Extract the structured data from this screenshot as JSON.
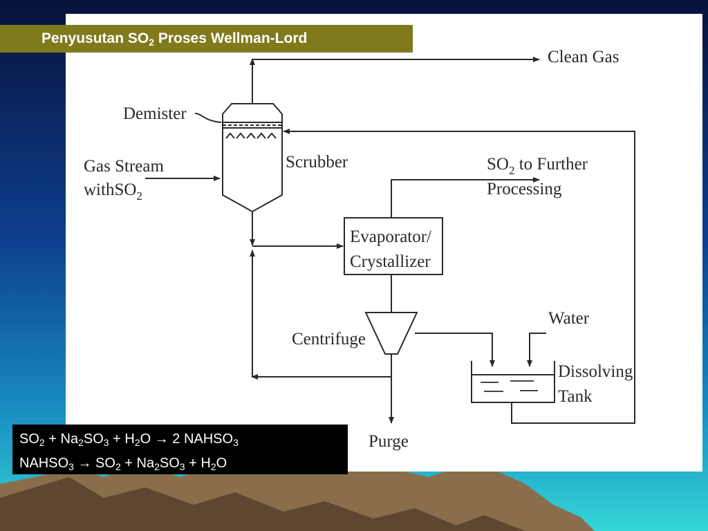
{
  "title": {
    "part1": "Penyusutan SO",
    "sub": "2",
    "part2": " Proses Wellman-Lord"
  },
  "labels": {
    "clean_gas": "Clean Gas",
    "demister": "Demister",
    "scrubber": "Scrubber",
    "gas_stream_line1": "Gas Stream",
    "gas_stream_line2": "withSO",
    "gas_stream_sub": "2",
    "so2_further_line1_a": "SO",
    "so2_further_sub": "2",
    "so2_further_line1_b": " to Further",
    "so2_further_line2": "Processing",
    "evaporator_line1": "Evaporator/",
    "evaporator_line2": "Crystallizer",
    "centrifuge": "Centrifuge",
    "water": "Water",
    "dissolving_line1": "Dissolving",
    "dissolving_line2": "Tank",
    "purge": "Purge"
  },
  "equations": {
    "eq1": [
      "SO",
      "2",
      " + Na",
      "2",
      "SO",
      "3",
      " + H",
      "2",
      "O → 2 NAHSO",
      "3"
    ],
    "eq2": [
      "NAHSO",
      "3",
      " → SO",
      "2",
      " + Na",
      "2",
      "SO",
      "3",
      " + H",
      "2",
      "O"
    ]
  }
}
